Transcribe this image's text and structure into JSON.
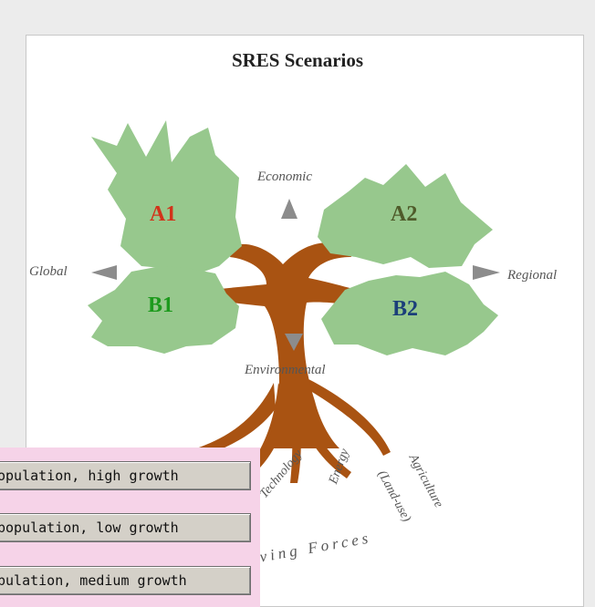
{
  "diagram": {
    "title": "SRES Scenarios",
    "scenarios": {
      "a1": {
        "label": "A1",
        "color": "#d2331a"
      },
      "a2": {
        "label": "A2",
        "color": "#4f5b2a"
      },
      "b1": {
        "label": "B1",
        "color": "#1d9a1d"
      },
      "b2": {
        "label": "B2",
        "color": "#1b3f7a"
      }
    },
    "axes": {
      "economic": "Economic",
      "environmental": "Environmental",
      "global": "Global",
      "regional": "Regional"
    },
    "forces": {
      "label": "Driving Forces",
      "technology": "Technology",
      "energy": "Energy",
      "agriculture": "Agriculture",
      "land_use": "(Land-use)"
    },
    "colors": {
      "foliage": "#97c88d",
      "trunk": "#a95312",
      "arrow": "#8c8c8c"
    }
  },
  "popup_menu": {
    "items": [
      "opulation, high growth",
      "population, low growth",
      "pulation, medium growth"
    ]
  }
}
